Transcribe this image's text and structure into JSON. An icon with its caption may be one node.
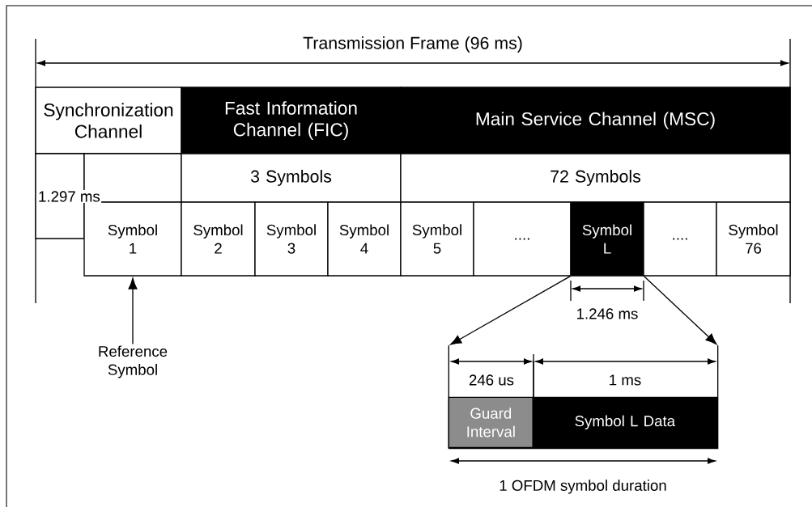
{
  "diagram": {
    "nodes": [
      {
        "text": [
          "Synchronization Channel"
        ]
      },
      {
        "text": [
          "Fast Information Channel (FIC)"
        ]
      },
      {
        "text": [
          "Main Service Channel (MSC)"
        ]
      },
      {
        "text": [],
        "shape": "box"
      },
      {
        "text": [],
        "shape": "box"
      },
      {
        "text": [
          "3 Symbols"
        ]
      },
      {
        "text": [
          "72 Symbols"
        ]
      },
      {
        "text": [
          "Symbol 1"
        ]
      },
      {
        "text": [
          "Symbol 2"
        ]
      },
      {
        "text": [
          "Symbol 3"
        ]
      },
      {
        "text": [
          "Symbol 4"
        ]
      },
      {
        "text": [
          "Symbol 5"
        ]
      },
      {
        "text": [
          "...."
        ]
      },
      {
        "text": [
          "Symbol L"
        ]
      },
      {
        "text": [
          "...."
        ]
      },
      {
        "text": [
          "Symbol 76"
        ]
      },
      {
        "text": [
          "Reference Symbol"
        ]
      },
      {
        "text": [],
        "shape": "box"
      },
      {
        "text": [
          "Guard Interval"
        ],
        "in": 17
      },
      {
        "text": [
          "Symbol L Data"
        ],
        "in": 17
      }
    ],
    "edges": [
      {
        "from": 16,
        "to": 7,
        "arrow": "to"
      },
      {
        "from": 13,
        "to": 17,
        "arrow": "to"
      },
      {
        "from": 13,
        "to": 17,
        "arrow": "to"
      }
    ],
    "labels": [
      "Transmission Frame (96 ms)",
      "1.297 ms",
      "1.246 ms",
      "246 us",
      "1 ms",
      "1 OFDM symbol duration"
    ]
  }
}
